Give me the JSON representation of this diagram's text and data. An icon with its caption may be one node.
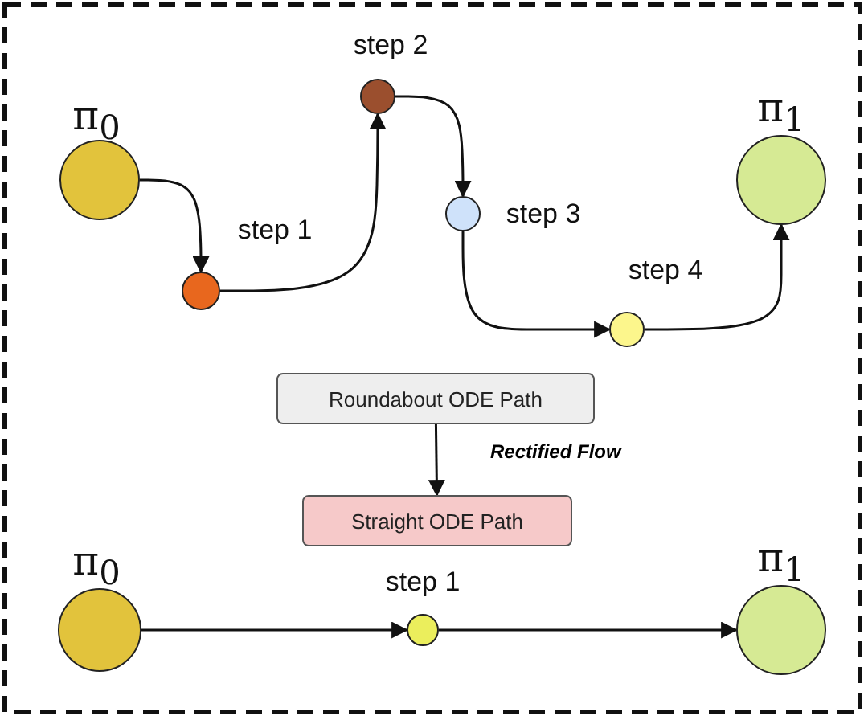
{
  "diagram": {
    "nodes": [
      {
        "text": [
          "π$_{0}$"
        ]
      },
      {
        "text": [
          "step 1"
        ]
      },
      {
        "text": [
          "step 2"
        ]
      },
      {
        "text": [
          "step 3"
        ]
      },
      {
        "text": [
          "step 4"
        ]
      },
      {
        "text": [
          "π$_{1}$"
        ]
      },
      {
        "text": [
          "Roundabout ODE Path"
        ]
      },
      {
        "text": [
          "Straight ODE Path"
        ]
      },
      {
        "text": [
          "π$_{0}$"
        ]
      },
      {
        "text": [
          "step 1"
        ]
      },
      {
        "text": [
          "π$_{1}$"
        ]
      }
    ],
    "edges": [
      {
        "from": 0,
        "to": 1,
        "arrow": "to"
      },
      {
        "from": 1,
        "to": 2,
        "arrow": "to"
      },
      {
        "from": 2,
        "to": 3,
        "arrow": "to"
      },
      {
        "from": 3,
        "to": 4,
        "arrow": "to"
      },
      {
        "from": 4,
        "to": 5,
        "arrow": "to"
      },
      {
        "from": 6,
        "to": 7,
        "arrow": "to",
        "label": "Rectified Flow"
      },
      {
        "from": 8,
        "to": 9,
        "arrow": "to"
      },
      {
        "from": 9,
        "to": 10,
        "arrow": "to"
      }
    ]
  }
}
